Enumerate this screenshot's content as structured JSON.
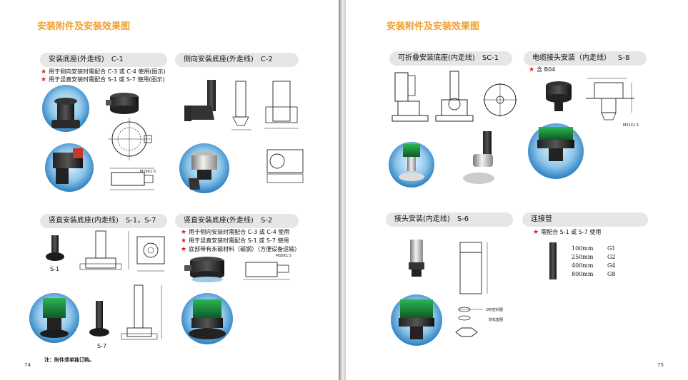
{
  "left_page": {
    "heading": "安装附件及安装效果图",
    "page_number": "74",
    "footnote": "注：附件须单独订购。",
    "sections": [
      {
        "title": "安装底座(外走线)",
        "code": "C-1",
        "notes": [
          "用于侧向安装时需配合 C-3 或 C-4 使用(图示)",
          "用于竖直安装时需配合 S-1 或 S-7 使用(图示)"
        ],
        "drawing_labels": [
          "M16X1.5"
        ]
      },
      {
        "title": "侧向安装底座(外走线)",
        "code": "C-2",
        "notes": []
      },
      {
        "title": "竖直安装底座(内走线)",
        "code": "S-1，S-7",
        "notes": [],
        "drawing_labels": [
          "S-1",
          "S-7"
        ]
      },
      {
        "title": "竖直安装底座(外走线)",
        "code": "S-2",
        "notes": [
          "用于侧向安装时需配合 C-3 或 C-4 使用",
          "用于竖直安装时需配合 S-1 或 S-7 使用",
          "底部带有永磁材料（磁钢）（方便设备运输）"
        ],
        "drawing_labels": [
          "M16X1.5"
        ]
      }
    ]
  },
  "right_page": {
    "heading": "安装附件及安装效果图",
    "page_number": "75",
    "sections": [
      {
        "title": "可折叠安装底座(内走线)",
        "code": "SC-1",
        "notes": []
      },
      {
        "title": "电缆接头安装（内走线）",
        "code": "S-8",
        "notes": [
          "含 B04"
        ],
        "drawing_labels": [
          "M22X1.5"
        ]
      },
      {
        "title": "接头安装(内走线)",
        "code": "S-6",
        "notes": [],
        "drawing_labels": [
          "O形密封圈",
          "防松垫圈"
        ]
      },
      {
        "title": "连接管",
        "code": "",
        "notes": [
          "需配合 S-1 或 S-7 使用"
        ]
      }
    ],
    "connecting_tube_lengths": [
      {
        "length": "100mm",
        "model": "G1"
      },
      {
        "length": "250mm",
        "model": "G2"
      },
      {
        "length": "400mm",
        "model": "G4"
      },
      {
        "length": "800mm",
        "model": "G8"
      }
    ]
  },
  "colors": {
    "heading": "#f0a030",
    "star": "#d61f1f",
    "header_bg": "#e6e6e6",
    "product_green": "#1e8a3c"
  }
}
